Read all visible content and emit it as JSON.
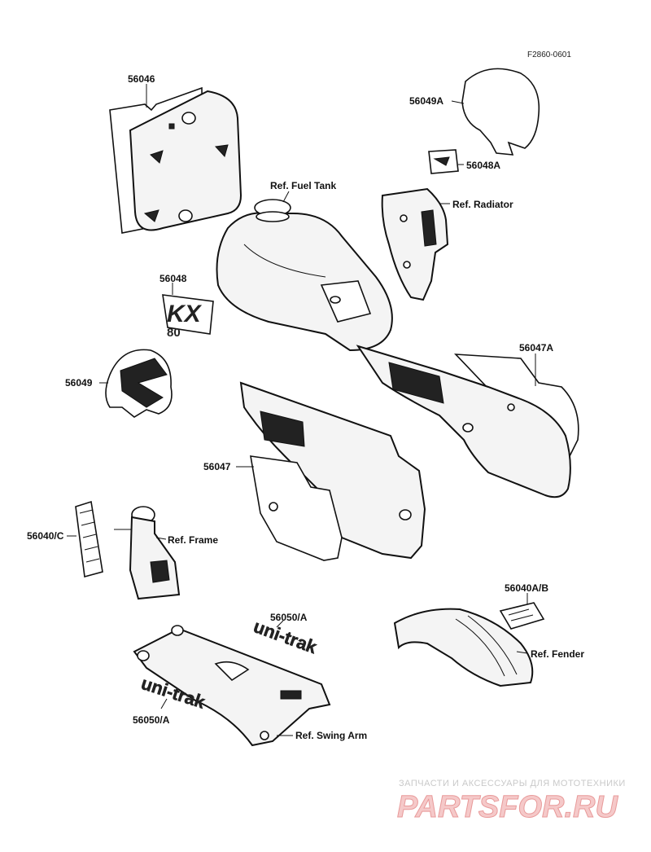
{
  "diagram_code": "F2860-0601",
  "labels": {
    "l56046": "56046",
    "l56049a": "56049A",
    "l56048a": "56048A",
    "ref_fuel_tank": "Ref. Fuel Tank",
    "ref_radiator": "Ref. Radiator",
    "l56048": "56048",
    "l56049": "56049",
    "l56047a": "56047A",
    "l56047": "56047",
    "l56040c": "56040/C",
    "ref_frame": "Ref. Frame",
    "l56040ab": "56040A/B",
    "l56050a_top": "56050/A",
    "ref_fender": "Ref. Fender",
    "l56050a_bottom": "56050/A",
    "ref_swing_arm": "Ref. Swing Arm"
  },
  "decals": {
    "kx": "KX",
    "eighty": "80",
    "uni_trak_top": "uni-trak",
    "uni_trak_bottom": "uni-trak"
  },
  "watermark": {
    "line1": "ЗАПЧАСТИ И АКСЕССУАРЫ ДЛЯ МОТОТЕХНИКИ",
    "line2": "PARTSFOR.RU"
  }
}
